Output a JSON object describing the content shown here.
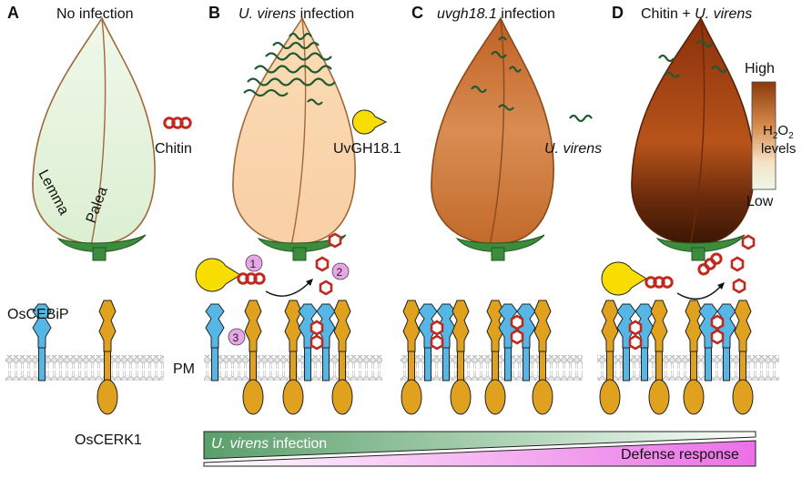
{
  "panels": [
    {
      "letter": "A",
      "title": "No infection"
    },
    {
      "letter": "B",
      "title_italic": "U. virens",
      "title_rest": " infection"
    },
    {
      "letter": "C",
      "title_italic": "uvgh18.1",
      "title_rest": "  infection"
    },
    {
      "letter": "D",
      "title_pre": "Chitin + ",
      "title_italic": "U. virens"
    }
  ],
  "grain_labels": {
    "lemma": "Lemma",
    "palea": "Palea"
  },
  "legend_items": {
    "chitin": "Chitin",
    "enzyme": "UvGH18.1",
    "fungus": "U. virens"
  },
  "colorbar": {
    "high": "High",
    "low": "Low",
    "title_h": "H",
    "title_sub": "2",
    "title_o": "O",
    "title_sub2": "2",
    "title_levels": "levels",
    "colors": {
      "high": "#8b3a0c",
      "low": "#eef8e6"
    }
  },
  "steps": [
    "1",
    "2",
    "3"
  ],
  "receptors": {
    "cebip": "OsCEBiP",
    "cerk1": "OsCERK1",
    "membrane": "PM"
  },
  "gradients": {
    "infection_italic": "U. virens",
    "infection_rest": " infection",
    "defense": "Defense response",
    "colors": {
      "infection": "#5a9e6a",
      "defense": "#ec6fe8"
    }
  },
  "colors": {
    "grain_outline": "#a0693a",
    "fungus": "#1f5a33",
    "chitin": "#c0291e",
    "enzyme": "#f7dd00",
    "cebip": "#56b7e6",
    "cerk1": "#e0a21e",
    "step_circle": "#e8a6e6"
  }
}
